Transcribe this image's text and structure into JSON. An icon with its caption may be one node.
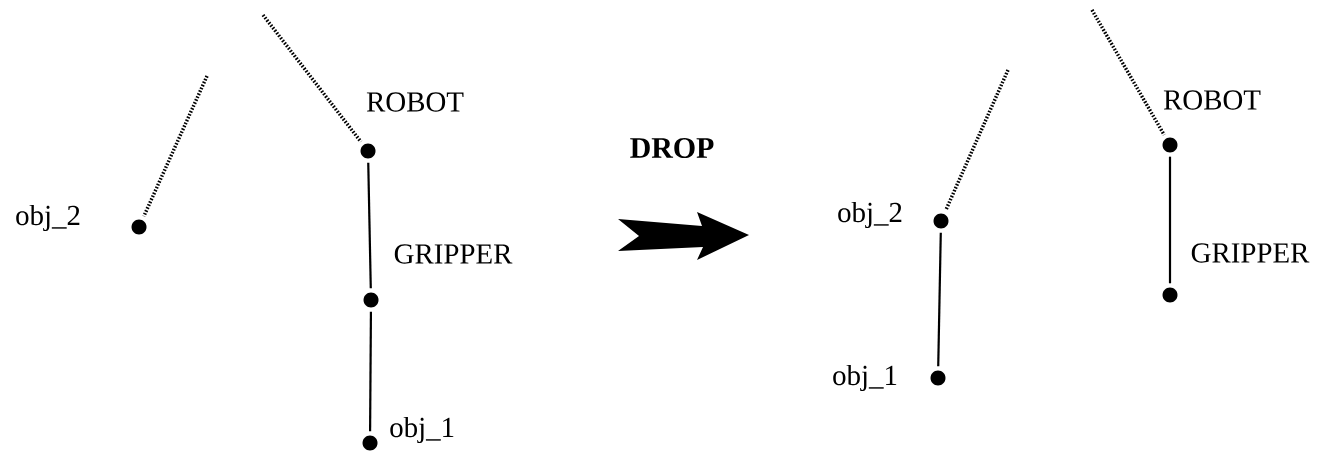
{
  "diagram": {
    "nodes": [
      {
        "text": [],
        "shape": "circle",
        "beside": [
          "obj_2"
        ]
      },
      {
        "text": [],
        "shape": "circle",
        "beside": [
          "ROBOT"
        ]
      },
      {
        "text": [],
        "shape": "circle",
        "beside": [
          "GRIPPER"
        ]
      },
      {
        "text": [],
        "shape": "circle",
        "beside": [
          "obj_1"
        ]
      },
      {
        "text": [],
        "shape": "circle",
        "beside": [
          "obj_2"
        ]
      },
      {
        "text": [],
        "shape": "circle",
        "beside": [
          "obj_1"
        ]
      },
      {
        "text": [],
        "shape": "circle",
        "beside": [
          "ROBOT"
        ]
      },
      {
        "text": [],
        "shape": "circle",
        "beside": [
          "GRIPPER"
        ]
      }
    ],
    "edges": [
      {
        "from": null,
        "to": 0,
        "arrow": "none",
        "style": "dashed"
      },
      {
        "from": null,
        "to": 1,
        "arrow": "none",
        "style": "dashed"
      },
      {
        "from": 1,
        "to": 2,
        "arrow": "none"
      },
      {
        "from": 2,
        "to": 3,
        "arrow": "none"
      },
      {
        "from": null,
        "to": 4,
        "arrow": "none",
        "style": "dashed"
      },
      {
        "from": 4,
        "to": 5,
        "arrow": "none"
      },
      {
        "from": null,
        "to": 6,
        "arrow": "none",
        "style": "dashed"
      },
      {
        "from": 6,
        "to": 7,
        "arrow": "none"
      }
    ],
    "labels": [
      "DROP"
    ]
  }
}
